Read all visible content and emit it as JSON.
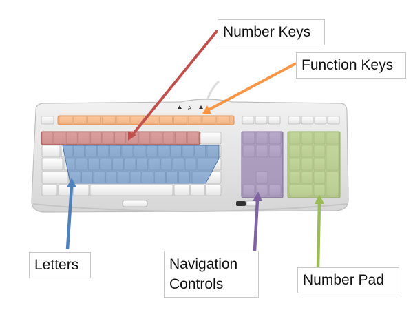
{
  "labels": {
    "number_keys": "Number Keys",
    "function_keys": "Function Keys",
    "letters": "Letters",
    "navigation_line1": "Navigation",
    "navigation_line2": "Controls",
    "number_pad": "Number Pad"
  },
  "colors": {
    "number_keys": "#c0504d",
    "function_keys": "#f79646",
    "letters": "#4f81bd",
    "navigation": "#8064a2",
    "number_pad": "#9bbb59",
    "keyboard_body": "#e6e6e6"
  }
}
